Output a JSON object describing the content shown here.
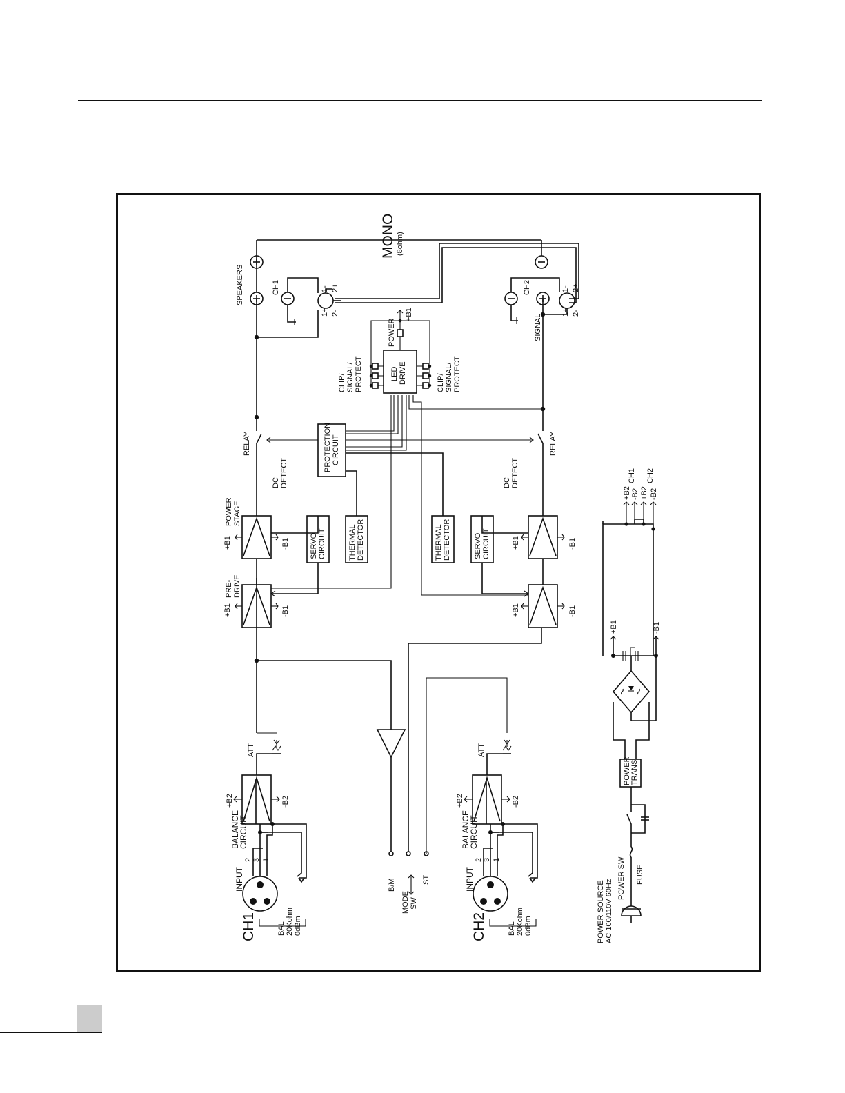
{
  "diagram": {
    "ch1": {
      "channel": "CH1",
      "input": "INPUT",
      "bal": "BAL",
      "impedance": "20Kohm",
      "level": "0dBm",
      "pin1": "1",
      "pin2": "2",
      "pin3": "3",
      "balance_line1": "BALANCE",
      "balance_line2": "CIRCUIT",
      "plus_b2": "+B2",
      "minus_b2": "-B2",
      "att": "ATT",
      "predrive_line1": "PRE-",
      "predrive_line2": "DRIVE",
      "power_stage_line1": "POWER",
      "power_stage_line2": "STAGE",
      "plus_b1": "+B1",
      "minus_b1": "-B1",
      "servo_line1": "SERVO",
      "servo_line2": "CIRCUIT",
      "thermal_line1": "THERMAL",
      "thermal_line2": "DETECTOR",
      "dc_line1": "DC",
      "dc_line2": "DETECT",
      "relay": "RELAY",
      "speaker_label": "CH1",
      "speon_1minus": "1-",
      "speon_2plus": "2+",
      "speon_1plus": "1+",
      "speon_2minus": "2-"
    },
    "ch2": {
      "channel": "CH2",
      "input": "INPUT",
      "bal": "BAL",
      "impedance": "20Kohm",
      "level": "0dBm",
      "pin1": "1",
      "pin2": "2",
      "pin3": "3",
      "balance_line1": "BALANCE",
      "balance_line2": "CIRCUIT",
      "plus_b2": "+B2",
      "minus_b2": "-B2",
      "att": "ATT",
      "plus_b1": "+B1",
      "minus_b1": "-B1",
      "servo_line1": "SERVO",
      "servo_line2": "CIRCUIT",
      "thermal_line1": "THERMAL",
      "thermal_line2": "DETECTOR",
      "dc_line1": "DC",
      "dc_line2": "DETECT",
      "relay": "RELAY",
      "speaker_label": "CH2",
      "speon_1minus": "1-",
      "speon_2plus": "2+",
      "speon_1plus": "1+",
      "speon_2minus": "2-"
    },
    "protection_line1": "PROTECTION",
    "protection_line2": "CIRCUIT",
    "led_line1": "LED",
    "led_line2": "DRIVE",
    "led_left_1": "CLIP/",
    "led_left_2": "SIGNAL/",
    "led_left_3": "PROTECT",
    "led_right_1": "CLIP/",
    "led_right_2": "SIGNAL/",
    "led_right_3": "PROTECT",
    "power_led": "POWER",
    "led_plus_b1": "+B1",
    "speakers": "SPEAKERS",
    "mono_line1": "MONO",
    "mono_line2": "(8ohm)",
    "signal": "SIGNAL",
    "mode_bm": "B/M",
    "mode_line1": "MODE",
    "mode_line2": "SW",
    "mode_st": "ST",
    "psu": {
      "source_line1": "POWER SOURCE",
      "source_line2": "AC 100/110V 60Hz",
      "power_sw": "POWER SW",
      "fuse": "FUSE",
      "trans_line1": "POWER",
      "trans_line2": "TRANS",
      "plus_b1": "+B1",
      "minus_b1": "-B1",
      "rail_plus_b2_1": "+B2",
      "rail_minus_b2_1": "-B2",
      "rail_plus_b2_2": "+B2",
      "rail_minus_b2_2": "-B2",
      "rail_ch1": "CH1",
      "rail_ch2": "CH2"
    }
  }
}
